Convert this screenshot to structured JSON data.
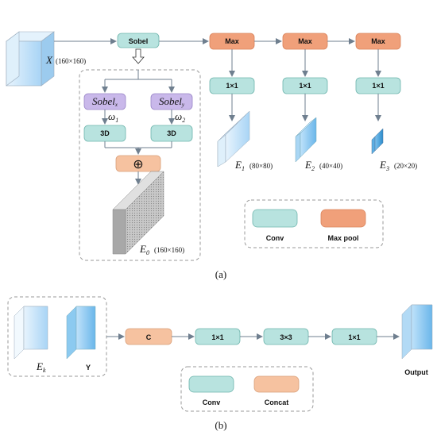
{
  "panel_a": {
    "input_label": "X",
    "input_size": "(160×160)",
    "sobel": "Sobel",
    "sobel_x": "Sobel",
    "sobel_x_sub": "x",
    "sobel_y": "Sobel",
    "sobel_y_sub": "y",
    "omega1": "ω",
    "omega1_sub": "1",
    "omega2": "ω",
    "omega2_sub": "2",
    "conv3d_left": "3D",
    "conv3d_right": "3D",
    "plus": "⊕",
    "e0": "E",
    "e0_sub": "0",
    "e0_size": "(160×160)",
    "max1": "Max",
    "max2": "Max",
    "max3": "Max",
    "conv1": "1×1",
    "conv2": "1×1",
    "conv3": "1×1",
    "e1": "E",
    "e1_sub": "1",
    "e1_size": "(80×80)",
    "e2": "E",
    "e2_sub": "2",
    "e2_size": "(40×40)",
    "e3": "E",
    "e3_sub": "3",
    "e3_size": "(20×20)",
    "legend_conv": "Conv",
    "legend_maxpool": "Max pool",
    "caption": "(a)"
  },
  "panel_b": {
    "ek": "E",
    "ek_sub": "k",
    "y": "Y",
    "concat_box": "C",
    "conv1": "1×1",
    "conv2": "3×3",
    "conv3": "1×1",
    "output": "Output",
    "legend_conv": "Conv",
    "legend_concat": "Concat",
    "caption": "(b)"
  },
  "colors": {
    "conv": "#b8e3df",
    "conv_stroke": "#6fb5ad",
    "maxpool": "#f0a07a",
    "maxpool_stroke": "#d9825a",
    "concat": "#f6c2a0",
    "sobel_xy": "#c9b8ea",
    "line": "#6f7f8f"
  }
}
